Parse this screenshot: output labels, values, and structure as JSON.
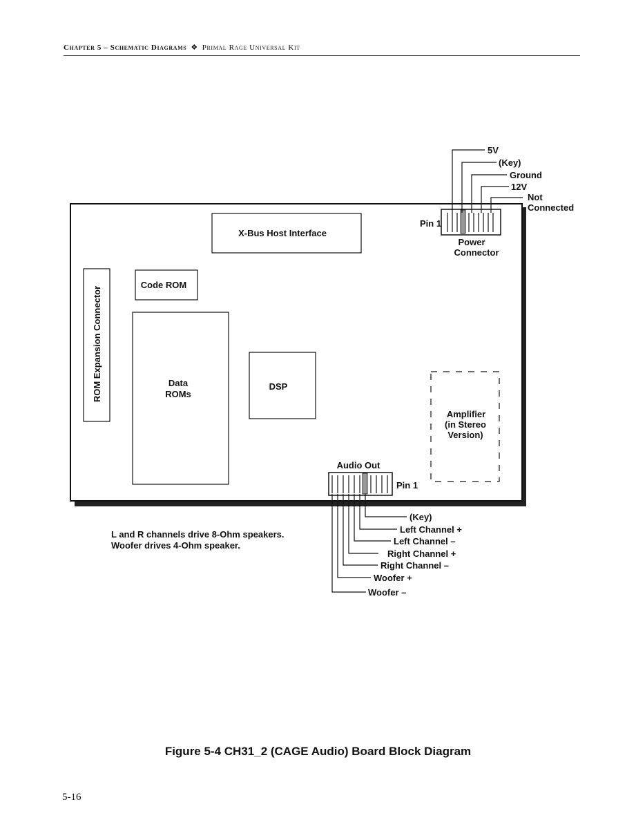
{
  "header": {
    "chapter": "Chapter 5 – Schematic Diagrams",
    "separator": "❖",
    "book": "Primal Rage Universal Kit"
  },
  "board": {
    "xbus": "X-Bus Host Interface",
    "code_rom": "Code ROM",
    "rom_expansion": "ROM Expansion Connector",
    "data_roms": [
      "Data",
      "ROMs"
    ],
    "dsp": "DSP",
    "amplifier": [
      "Amplifier",
      "(in Stereo",
      "Version)"
    ],
    "audio_out": "Audio Out",
    "audio_pin1": "Pin 1",
    "power_pin1": "Pin 1",
    "power_connector": [
      "Power",
      "Connector"
    ]
  },
  "power_pins": [
    "5V",
    "(Key)",
    "Ground",
    "12V",
    "Not",
    "Connected"
  ],
  "audio_pins": [
    "(Key)",
    "Left Channel +",
    "Left Channel –",
    "Right Channel +",
    "Right Channel –",
    "Woofer +",
    "Woofer –"
  ],
  "note": [
    "L and R channels drive 8-Ohm speakers.",
    "Woofer drives 4-Ohm speaker."
  ],
  "caption": "Figure 5-4  CH31_2 (CAGE Audio) Board Block Diagram",
  "page_number": "5-16"
}
